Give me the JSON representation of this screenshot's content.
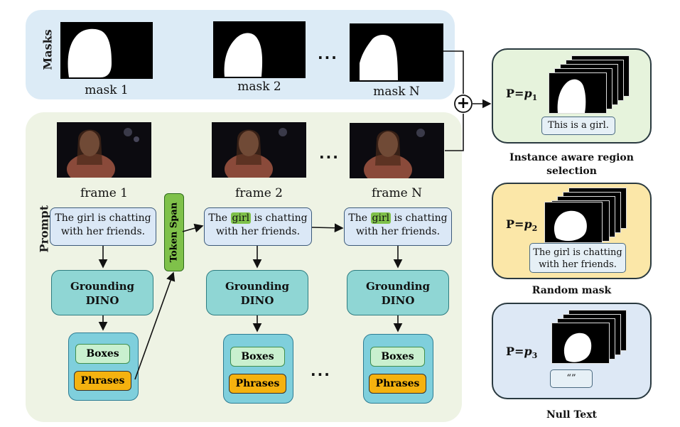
{
  "masks_panel": {
    "label": "Masks",
    "captions": [
      "mask 1",
      "mask 2",
      "mask N"
    ],
    "ellipsis": "..."
  },
  "prompt_panel": {
    "label": "Prompt",
    "frame_captions": [
      "frame 1",
      "frame 2",
      "frame N"
    ],
    "frame_ellipsis": "...",
    "caption_line1": "The girl is chatting",
    "caption_line2": "with her friends.",
    "caption_pre": "The ",
    "caption_token": "girl",
    "caption_post": " is chatting",
    "token_span": "Token Span",
    "grounding_line1": "Grounding",
    "grounding_line2": "DINO",
    "boxes": "Boxes",
    "phrases": "Phrases",
    "bottom_ellipsis": "..."
  },
  "plus_symbol": "+",
  "options": [
    {
      "prob_base": "P=",
      "prob_var": "p",
      "prob_sub": "1",
      "text": "This is a girl.",
      "title": "Instance aware region selection",
      "title_line1": "Instance aware region",
      "title_line2": "selection",
      "color": "#e6f3dc"
    },
    {
      "prob_base": "P=",
      "prob_var": "p",
      "prob_sub": "2",
      "text_line1": "The girl is chatting",
      "text_line2": "with her friends.",
      "title": "Random mask",
      "color": "#fbe7a8"
    },
    {
      "prob_base": "P=",
      "prob_var": "p",
      "prob_sub": "3",
      "text": "“”",
      "title": "Null Text",
      "color": "#dde8f5"
    }
  ],
  "colors": {
    "masks_bg": "#dcebf6",
    "prompt_bg": "#eef3e4",
    "token_green": "#7fc14a",
    "grounding": "#8fd6d4",
    "phrases": "#f5b20f",
    "boxes": "#c9f0cf"
  }
}
